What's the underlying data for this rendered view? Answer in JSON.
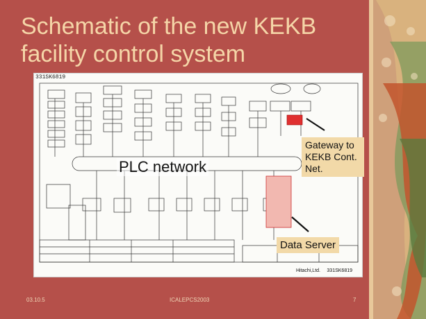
{
  "slide": {
    "title": "Schematic of the new KEKB facility control system",
    "schematic": {
      "doc_id": "331SK6819",
      "network_label": "PLC network",
      "gateway_callout": "Gateway to KEKB Cont. Net.",
      "data_server_callout": "Data Server",
      "titleblock_vendor": "Hitachi,Ltd.",
      "titleblock_drawing_no": "331SK6819"
    },
    "footer": {
      "date": "03.10.5",
      "conference": "ICALEPCS2003",
      "page": "7"
    },
    "colors": {
      "background": "#b5504a",
      "title_text": "#f5d6a8",
      "callout_fill": "#f2d9a8",
      "highlight": "#e03030"
    }
  }
}
